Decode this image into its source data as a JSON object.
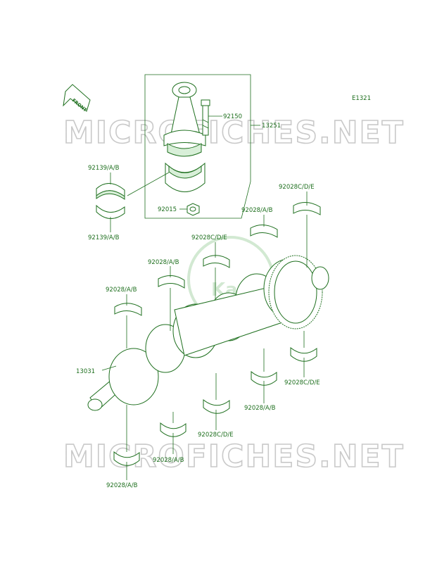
{
  "diagram_id": "E1321",
  "front_label": "FRONT",
  "watermark_text": "MICROFICHES.NET",
  "brand_watermark": "Kawasaki",
  "colors": {
    "line": "#1e6f1e",
    "fill": "#d8efd8",
    "watermark": "#c9c9c9"
  },
  "parts": {
    "p92150": "92150",
    "p13251": "13251",
    "p92139_top": "92139/A/B",
    "p92139_bottom": "92139/A/B",
    "p92015": "92015",
    "p92028C_top_right": "92028C/D/E",
    "p92028_r1": "92028/A/B",
    "p92028C_center": "92028C/D/E",
    "p92028_left_mid": "92028/A/B",
    "p92028_left": "92028/A/B",
    "p13031": "13031",
    "p92028C_right_low": "92028C/D/E",
    "p92028_right_low": "92028/A/B",
    "p92028C_bottom_mid": "92028C/D/E",
    "p92028_bottom_mid": "92028/A/B",
    "p92028_bottom_left": "92028/A/B"
  }
}
